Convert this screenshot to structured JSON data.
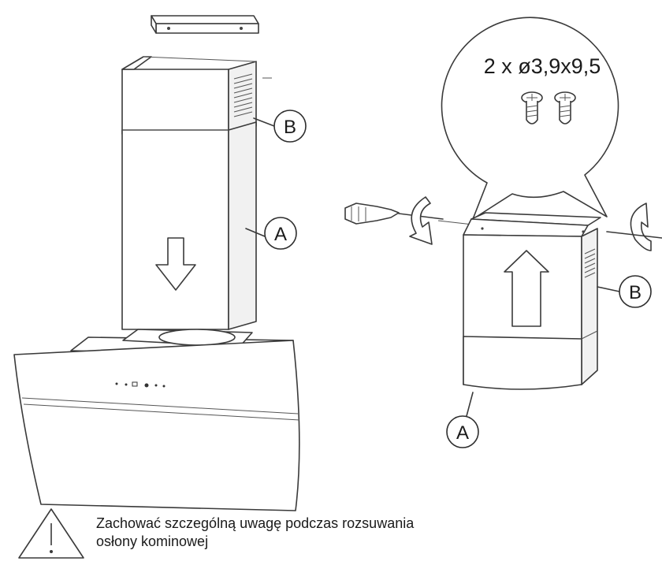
{
  "labels": {
    "a_left": "A",
    "b_left": "B",
    "a_right": "A",
    "b_right": "B"
  },
  "screw_spec": "2 x ø3,9x9,5",
  "warning": {
    "line1": "Zachować szczególną uwagę podczas rozsuwania",
    "line2": "osłony kominowej"
  }
}
